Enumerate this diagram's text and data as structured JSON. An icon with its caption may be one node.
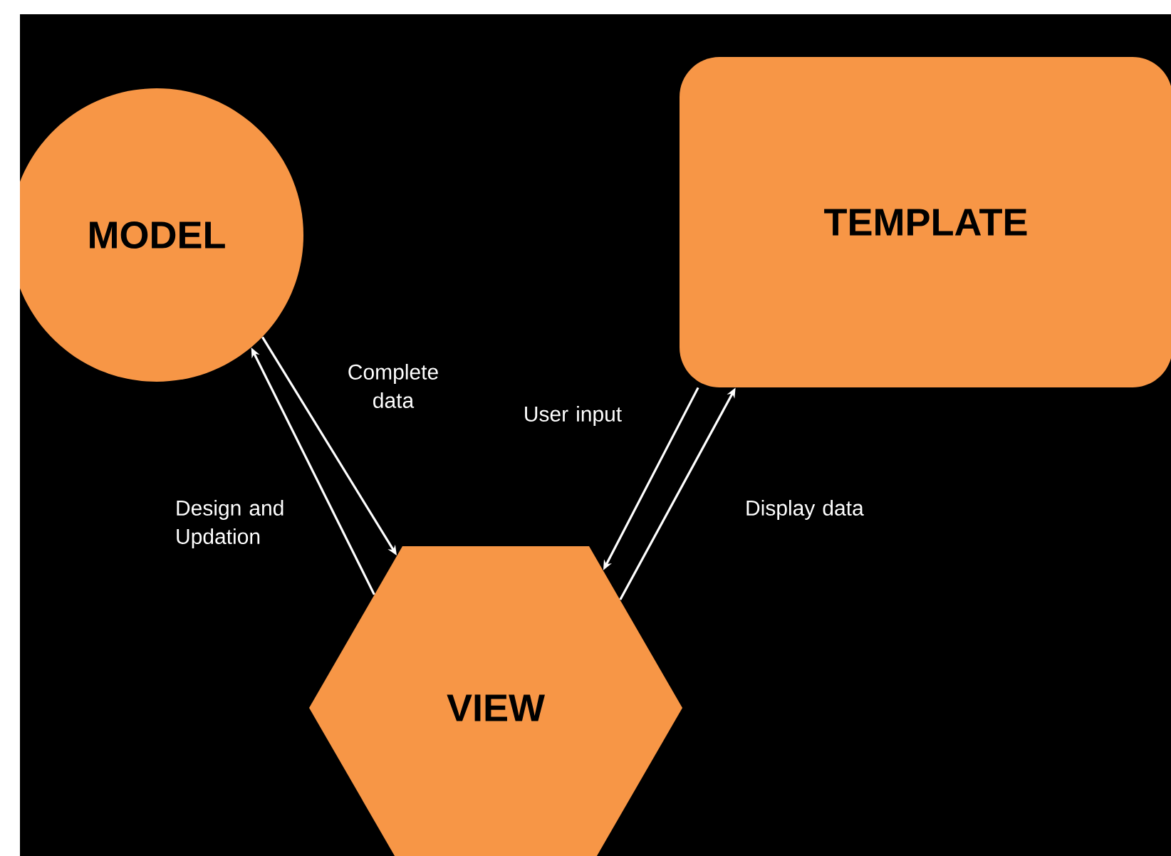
{
  "diagram": {
    "nodes": [
      {
        "text": [
          "MODEL"
        ]
      },
      {
        "text": [
          "TEMPLATE"
        ]
      },
      {
        "text": [
          "VIEW"
        ]
      }
    ],
    "edges": [
      {
        "from": 2,
        "to": 0,
        "arrow": "to",
        "label": "Design and Updation"
      },
      {
        "from": 0,
        "to": 2,
        "arrow": "to",
        "label": "Complete data"
      },
      {
        "from": 1,
        "to": 2,
        "arrow": "to",
        "label": "User input"
      },
      {
        "from": 2,
        "to": 1,
        "arrow": "to",
        "label": "Display data"
      }
    ]
  }
}
